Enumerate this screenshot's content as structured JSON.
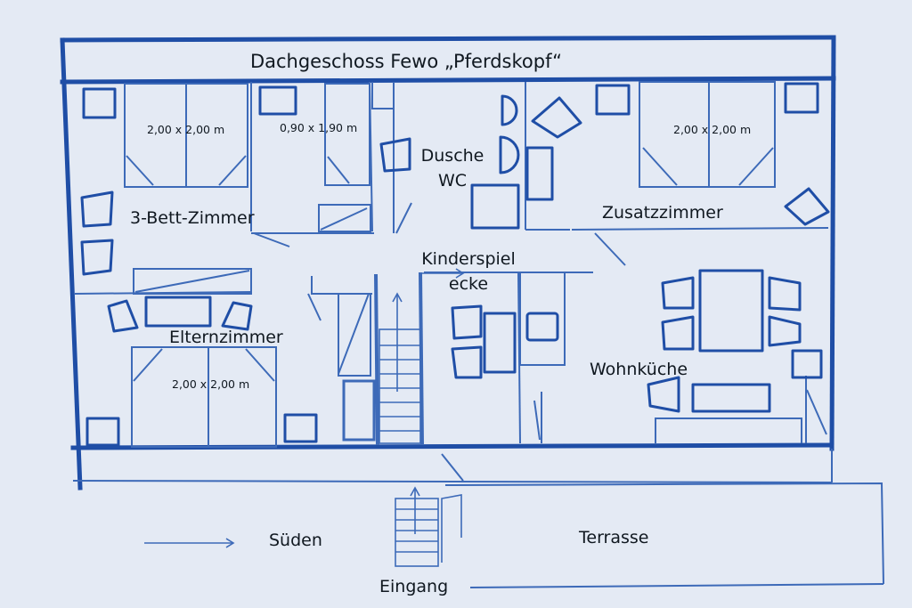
{
  "title": "Dachgeschoss Fewo „Pferdskopf“",
  "colors": {
    "paper": "#e4eaf4",
    "wall": "#1f4ea6",
    "line": "#3d6ab8",
    "text": "#101820"
  },
  "rooms": {
    "bedroom3": "3-Bett-Zimmer",
    "shower": "Dusche",
    "wc": "WC",
    "extra": "Zusatzzimmer",
    "play1": "Kinderspiel",
    "play2": "ecke",
    "parents": "Elternzimmer",
    "kitchen": "Wohnküche",
    "south": "Süden",
    "terrace": "Terrasse",
    "entrance": "Eingang"
  },
  "beds": {
    "bed1": "2,00 x 2,00 m",
    "bed2": "0,90 x 1,90 m",
    "bed3": "2,00 x 2,00 m",
    "bed4": "2,00 x 2,00 m"
  }
}
